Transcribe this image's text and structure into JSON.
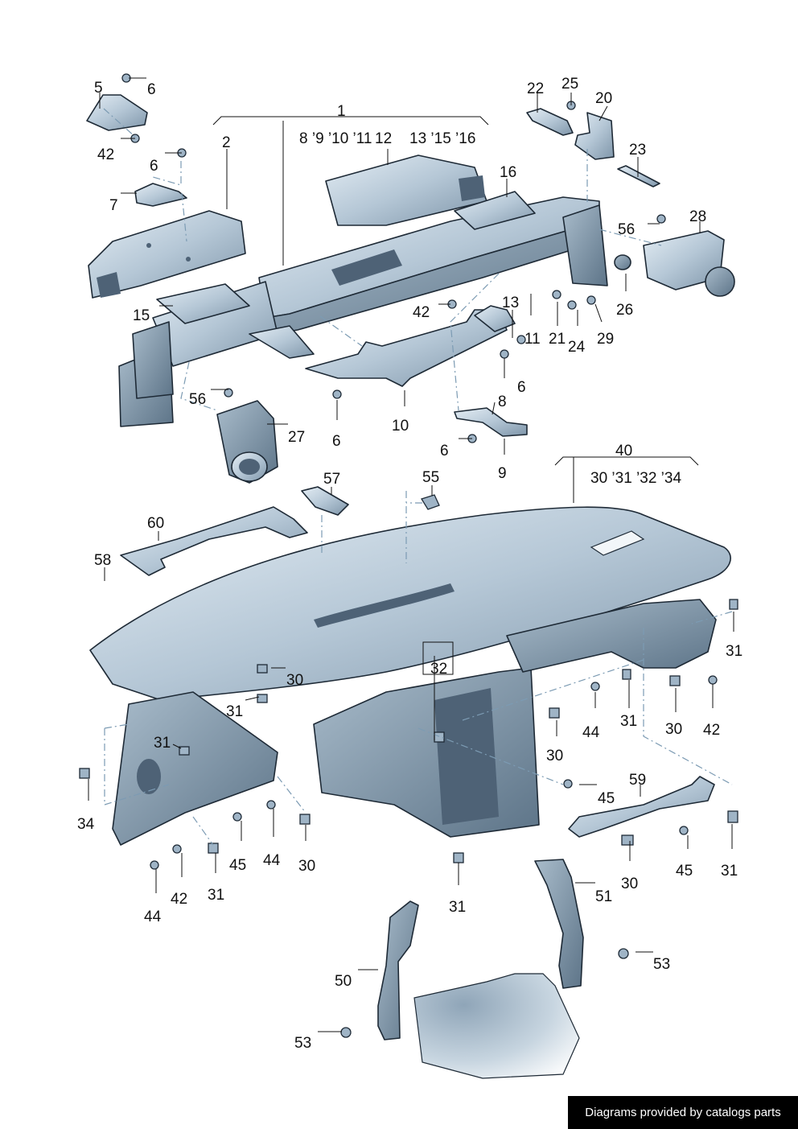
{
  "labels": {
    "l1": "1",
    "l2": "2",
    "l5": "5",
    "l6a": "6",
    "l42a": "42",
    "l6b": "6",
    "l7": "7",
    "l1_items": "8 ’9 ’10 ’11",
    "l12": "12",
    "l1_items2": "13 ’15 ’16",
    "l16": "16",
    "l22": "22",
    "l25": "25",
    "l20": "20",
    "l23": "23",
    "l28": "28",
    "l56a": "56",
    "l15": "15",
    "l42b": "42",
    "l13": "13",
    "l11": "11",
    "l21": "21",
    "l24": "24",
    "l29": "29",
    "l26": "26",
    "l6c": "6",
    "l56b": "56",
    "l27": "27",
    "l6d": "6",
    "l10": "10",
    "l8": "8",
    "l6e": "6",
    "l9": "9",
    "l40": "40",
    "l40_items": "30 ’31 ’32 ’34",
    "l57": "57",
    "l55": "55",
    "l60": "60",
    "l58": "58",
    "l31a": "31",
    "l32": "32",
    "l30a": "30",
    "l31b": "31",
    "l44a": "44",
    "l31c": "31",
    "l30b": "30",
    "l42c": "42",
    "l31d": "31",
    "l30c": "30",
    "l34": "34",
    "l45a": "45",
    "l59": "59",
    "l45b": "45",
    "l44b": "44",
    "l30d": "30",
    "l45c": "45",
    "l31e": "31",
    "l42d": "42",
    "l31f": "31",
    "l44c": "44",
    "l30e": "30",
    "l31g": "31",
    "l51": "51",
    "l53a": "53",
    "l50": "50",
    "l53b": "53"
  },
  "footer": {
    "text": "Diagrams provided by catalogs parts"
  }
}
